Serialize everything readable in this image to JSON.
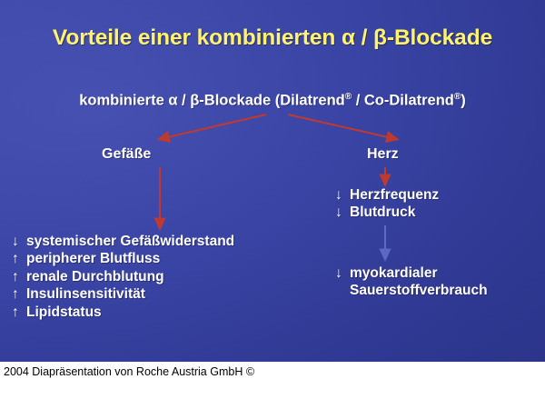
{
  "slide": {
    "title": "Vorteile einer kombinierten α / β-Blockade",
    "subtitle_pre": "kombinierte α / β-Blockade (Dilatrend",
    "subtitle_reg1": "®",
    "subtitle_mid": " / Co-Dilatrend",
    "subtitle_reg2": "®",
    "subtitle_post": ")",
    "branches": {
      "left_label": "Gefäße",
      "right_label": "Herz"
    },
    "left_effects": [
      {
        "trend": "↓",
        "text": "systemischer Gefäßwiderstand"
      },
      {
        "trend": "↑",
        "text": "peripherer Blutfluss"
      },
      {
        "trend": "↑",
        "text": "renale Durchblutung"
      },
      {
        "trend": "↑",
        "text": "Insulinsensitivität"
      },
      {
        "trend": "↑",
        "text": "Lipidstatus"
      }
    ],
    "right_effects_primary": [
      {
        "trend": "↓",
        "text": "Herzfrequenz"
      },
      {
        "trend": "↓",
        "text": "Blutdruck"
      }
    ],
    "right_effects_secondary": [
      {
        "trend": "↓",
        "text": "myokardialer"
      },
      {
        "trend": "",
        "text": "Sauerstoffverbrauch"
      }
    ],
    "colors": {
      "background_blue": "#3A45A6",
      "title_yellow": "#FFF36B",
      "body_white": "#FFFFFF",
      "arrow_red": "#BE3A30",
      "arrow_faint_blue": "#5B68C4",
      "footer_black": "#000000"
    }
  },
  "footer": {
    "text": "2004 Diapräsentation von Roche Austria GmbH ©"
  }
}
